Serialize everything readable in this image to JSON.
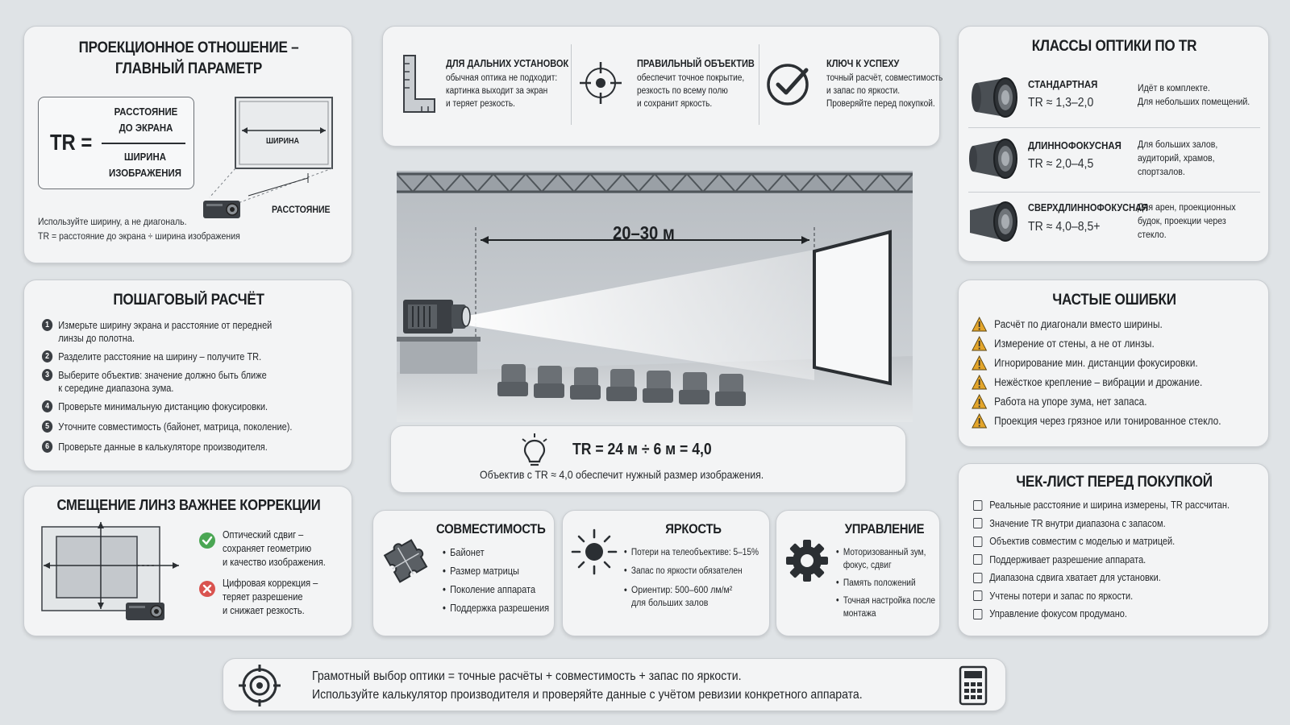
{
  "tr_card": {
    "title_line1": "ПРОЕКЦИОННОЕ ОТНОШЕНИЕ –",
    "title_line2": "ГЛАВНЫЙ ПАРАМЕТР",
    "formula_lhs": "TR =",
    "numerator_line1": "РАССТОЯНИЕ",
    "numerator_line2": "ДО ЭКРАНА",
    "denominator_line1": "ШИРИНА",
    "denominator_line2": "ИЗОБРАЖЕНИЯ",
    "screen_width_label": "ШИРИНА",
    "distance_label": "РАССТОЯНИЕ",
    "note_line1": "Используйте ширину, а не диагональ.",
    "note_line2": "TR = расстояние до экрана ÷ ширина изображения"
  },
  "info_strip": [
    {
      "icon": "ruler-icon",
      "title": "ДЛЯ ДАЛЬНИХ УСТАНОВОК",
      "lines": [
        "обычная оптика не подходит:",
        "картинка выходит за экран",
        "и теряет резкость."
      ]
    },
    {
      "icon": "target-icon",
      "title": "ПРАВИЛЬНЫЙ ОБЪЕКТИВ",
      "lines": [
        "обеспечит точное покрытие,",
        "резкость по всему полю",
        "и сохранит яркость."
      ]
    },
    {
      "icon": "check-circle-icon",
      "title": "КЛЮЧ К УСПЕХУ",
      "lines": [
        "точный расчёт, совместимость",
        "и запас по яркости.",
        "Проверяйте перед покупкой."
      ]
    }
  ],
  "classes_card": {
    "title": "КЛАССЫ ОПТИКИ ПО TR",
    "items": [
      {
        "name": "СТАНДАРТНАЯ",
        "range": "TR ≈ 1,3–2,0",
        "desc": [
          "Идёт в комплекте.",
          "Для небольших помещений."
        ]
      },
      {
        "name": "ДЛИННОФОКУСНАЯ",
        "range": "TR ≈ 2,0–4,5",
        "desc": [
          "Для больших залов,",
          "аудиторий, храмов,",
          "спортзалов."
        ]
      },
      {
        "name": "СВЕРХДЛИННОФОКУСНАЯ",
        "range": "TR ≈ 4,0–8,5+",
        "desc": [
          "Для арен, проекционных",
          "будок, проекции через",
          "стекло."
        ]
      }
    ]
  },
  "steps_card": {
    "title": "ПОШАГОВЫЙ РАСЧЁТ",
    "steps": [
      {
        "num": "1",
        "lines": [
          "Измерьте ширину экрана и расстояние от передней",
          "линзы до полотна."
        ]
      },
      {
        "num": "2",
        "lines": [
          "Разделите расстояние на ширину – получите TR."
        ]
      },
      {
        "num": "3",
        "lines": [
          "Выберите объектив: значение должно быть ближе",
          "к середине диапазона зума."
        ]
      },
      {
        "num": "4",
        "lines": [
          "Проверьте минимальную дистанцию фокусировки."
        ]
      },
      {
        "num": "5",
        "lines": [
          "Уточните совместимость (байонет, матрица, поколение)."
        ]
      },
      {
        "num": "6",
        "lines": [
          "Проверьте данные в калькуляторе производителя."
        ]
      }
    ]
  },
  "hall": {
    "distance_label": "20–30 м"
  },
  "example": {
    "formula": "TR = 24 м ÷ 6 м = 4,0",
    "caption": "Объектив с TR ≈ 4,0 обеспечит нужный размер изображения."
  },
  "errors_card": {
    "title": "ЧАСТЫЕ ОШИБКИ",
    "items": [
      "Расчёт по диагонали вместо ширины.",
      "Измерение от стены, а не от линзы.",
      "Игнорирование мин. дистанции фокусировки.",
      "Нежёсткое крепление – вибрации и дрожание.",
      "Работа на упоре зума, нет запаса.",
      "Проекция через грязное или тонированное стекло."
    ]
  },
  "shift_card": {
    "title": "СМЕЩЕНИЕ ЛИНЗ ВАЖНЕЕ КОРРЕКЦИИ",
    "good_lines": [
      "Оптический сдвиг –",
      "сохраняет геометрию",
      "и качество изображения."
    ],
    "bad_lines": [
      "Цифровая коррекция –",
      "теряет разрешение",
      "и снижает резкость."
    ]
  },
  "compat_card": {
    "title": "СОВМЕСТИМОСТЬ",
    "items": [
      "Байонет",
      "Размер матрицы",
      "Поколение аппарата",
      "Поддержка разрешения"
    ]
  },
  "brightness_card": {
    "title": "ЯРКОСТЬ",
    "items": [
      [
        "Потери на телеобъективе: 5–15%"
      ],
      [
        "Запас по яркости обязателен"
      ],
      [
        "Ориентир: 500–600 лм/м²",
        "для больших залов"
      ]
    ]
  },
  "control_card": {
    "title": "УПРАВЛЕНИЕ",
    "items": [
      [
        "Моторизованный зум,",
        "фокус, сдвиг"
      ],
      [
        "Память положений"
      ],
      [
        "Точная настройка после",
        "монтажа"
      ]
    ]
  },
  "checklist_card": {
    "title": "ЧЕК-ЛИСТ ПЕРЕД ПОКУПКОЙ",
    "items": [
      "Реальные расстояние и ширина измерены, TR рассчитан.",
      "Значение TR внутри диапазона с запасом.",
      "Объектив совместим с моделью и матрицей.",
      "Поддерживает разрешение аппарата.",
      "Диапазона сдвига хватает для установки.",
      "Учтены потери и запас по яркости.",
      "Управление фокусом продумано."
    ]
  },
  "footer": {
    "line1": "Грамотный выбор оптики = точные расчёты + совместимость + запас по яркости.",
    "line2": "Используйте калькулятор производителя и проверяйте данные с учётом ревизии конкретного аппарата."
  }
}
